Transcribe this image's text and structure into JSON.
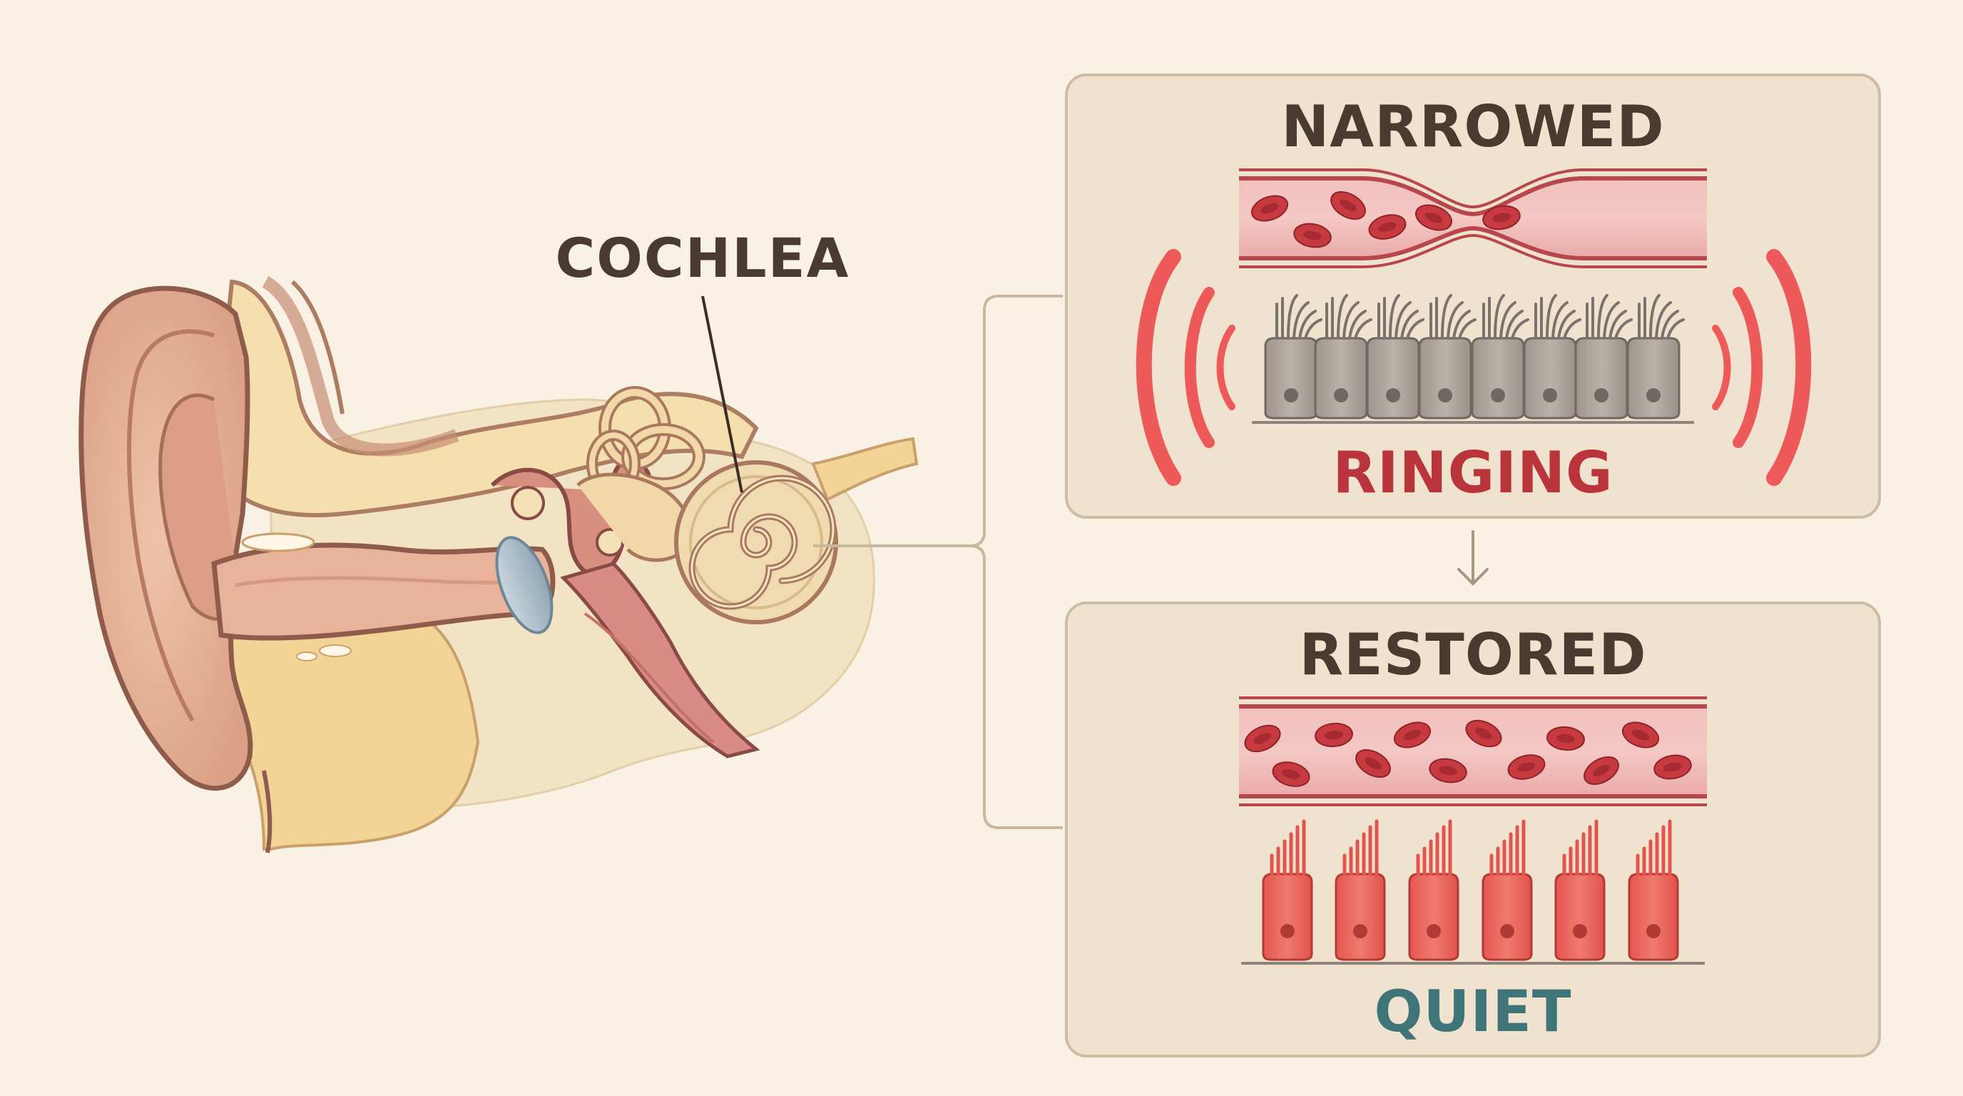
{
  "labels": {
    "cochlea": "COCHLEA",
    "narrowed": "NARROWED",
    "ringing": "RINGING",
    "restored": "RESTORED",
    "quiet": "QUIET"
  },
  "colors": {
    "background": "#f8f1e4",
    "panel_fill": "#efe3cf",
    "panel_stroke": "#cdbda5",
    "title_text": "#4a3b30",
    "ringing_text": "#b9353b",
    "quiet_text": "#3f7478",
    "sound_wave": "#ee5a5a",
    "vessel_fill": "#efb6b4",
    "vessel_wall": "#b8474c",
    "blood_cell": "#c0353c",
    "damaged_cell": "#a9a29b",
    "healthy_cell": "#e9655d",
    "skin": "#e3ab8e",
    "bone": "#f1d9a6",
    "connector": "#c9b8a0"
  }
}
